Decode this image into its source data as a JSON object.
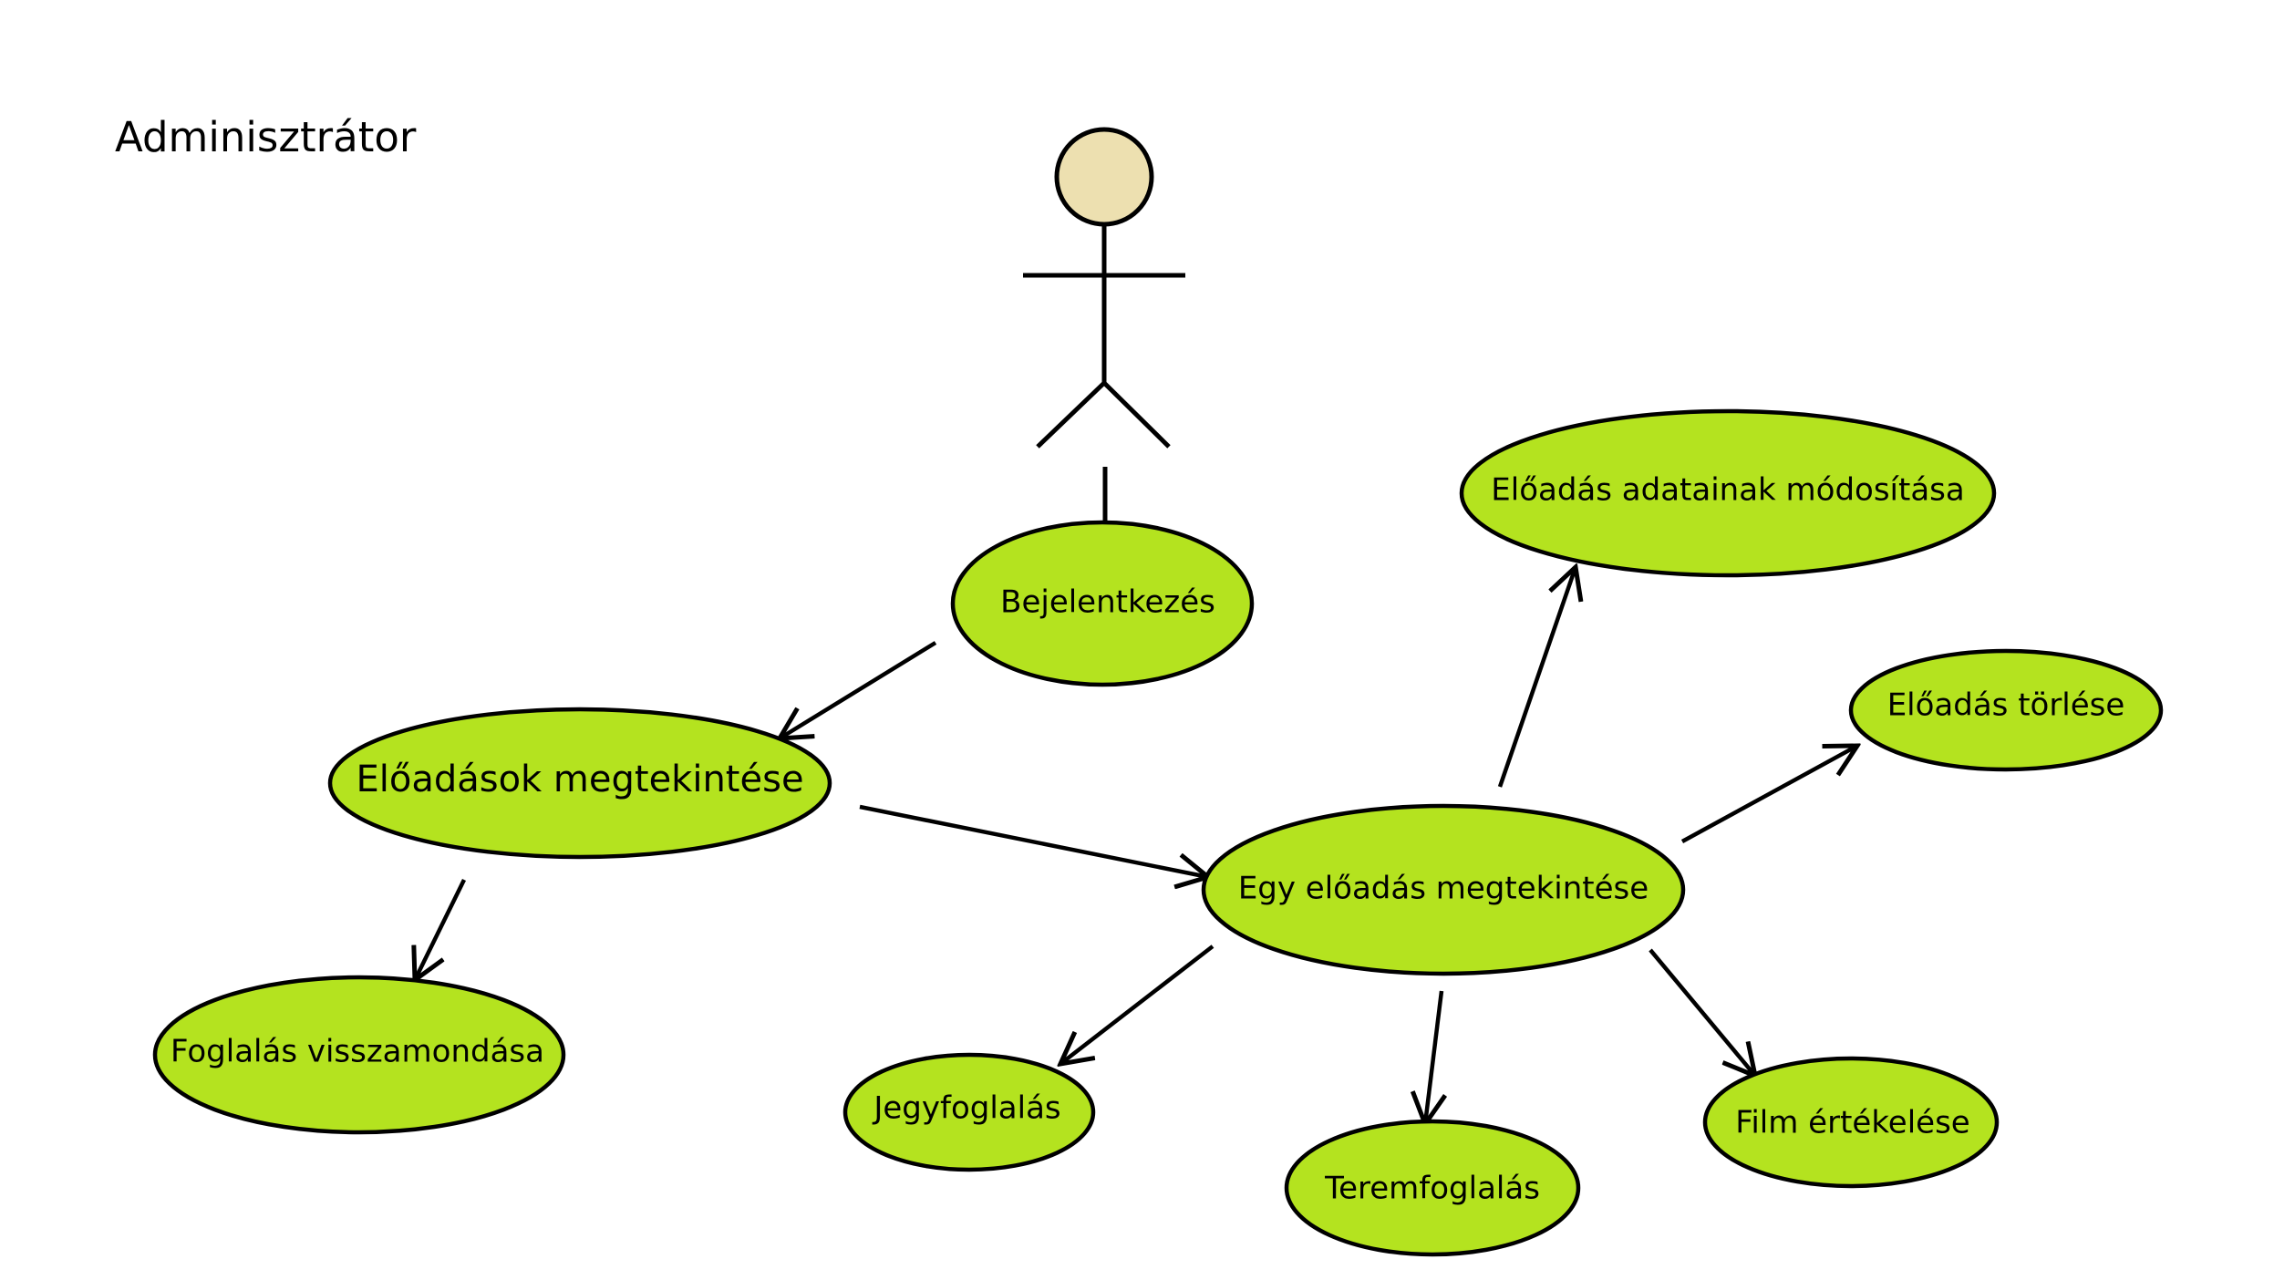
{
  "actor": {
    "name": "Adminisztrátor",
    "head_color": "#ede0b0"
  },
  "colors": {
    "use_case_fill": "#b4e31f",
    "stroke": "#000000"
  },
  "use_cases": {
    "login": "Bejelentkezés",
    "view_performances": "Előadások megtekintése",
    "view_one": "Egy előadás megtekintése",
    "modify": "Előadás adatainak módosítása",
    "delete": "Előadás törlése",
    "cancel_booking": "Foglalás visszamondása",
    "ticket_booking": "Jegyfoglalás",
    "room_booking": "Teremfoglalás",
    "rate_film": "Film értékelése"
  }
}
